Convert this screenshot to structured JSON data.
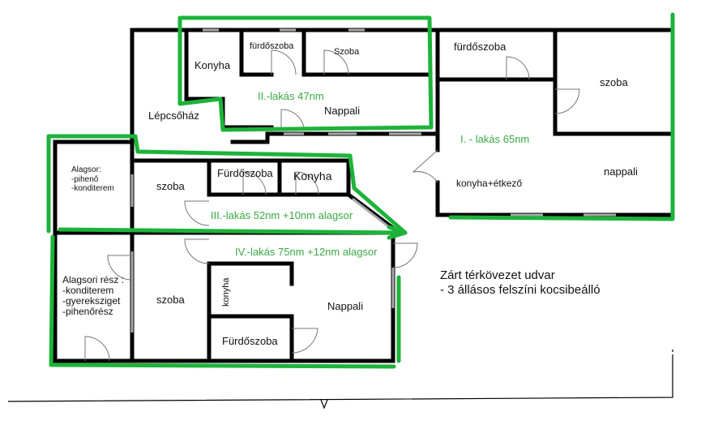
{
  "rooms": {
    "top": {
      "konyha": "Konyha",
      "furdo": "fürdőszoba",
      "szoba": "Szoba",
      "nappali": "Nappali",
      "lepcsohaz": "Lépcsőház"
    },
    "right": {
      "furdo": "fürdőszoba",
      "szoba": "szoba",
      "konyha": "konyha+étkező",
      "nappali": "nappali"
    },
    "middle": {
      "alagsor": [
        "Alagsor:",
        "-pihenő",
        "-konditerem"
      ],
      "szoba": "szoba",
      "furdo": "Fürdőszoba",
      "konyha": "Konyha"
    },
    "bottom": {
      "alagsor": [
        "Alagsori rész :",
        "-konditerem",
        "-gyereksziget",
        "-pihenőrész"
      ],
      "szoba": "szoba",
      "konyha": "konyha",
      "nappali": "Nappali",
      "furdo": "Fürdőszoba"
    }
  },
  "apartments": {
    "I": "I. - lakás 65nm",
    "II": "II.-lakás 47nm",
    "III": "III.-lakás 52nm +10nm alagsor",
    "IV": "IV.-lakás 75nm +12nm alagsor"
  },
  "courtyard": {
    "line1": "Zárt térkövezet udvar",
    "line2": "- 3 állásos felszíni kocsibeálló"
  },
  "colors": {
    "outline": "#1db33a",
    "label": "#3aa845"
  }
}
